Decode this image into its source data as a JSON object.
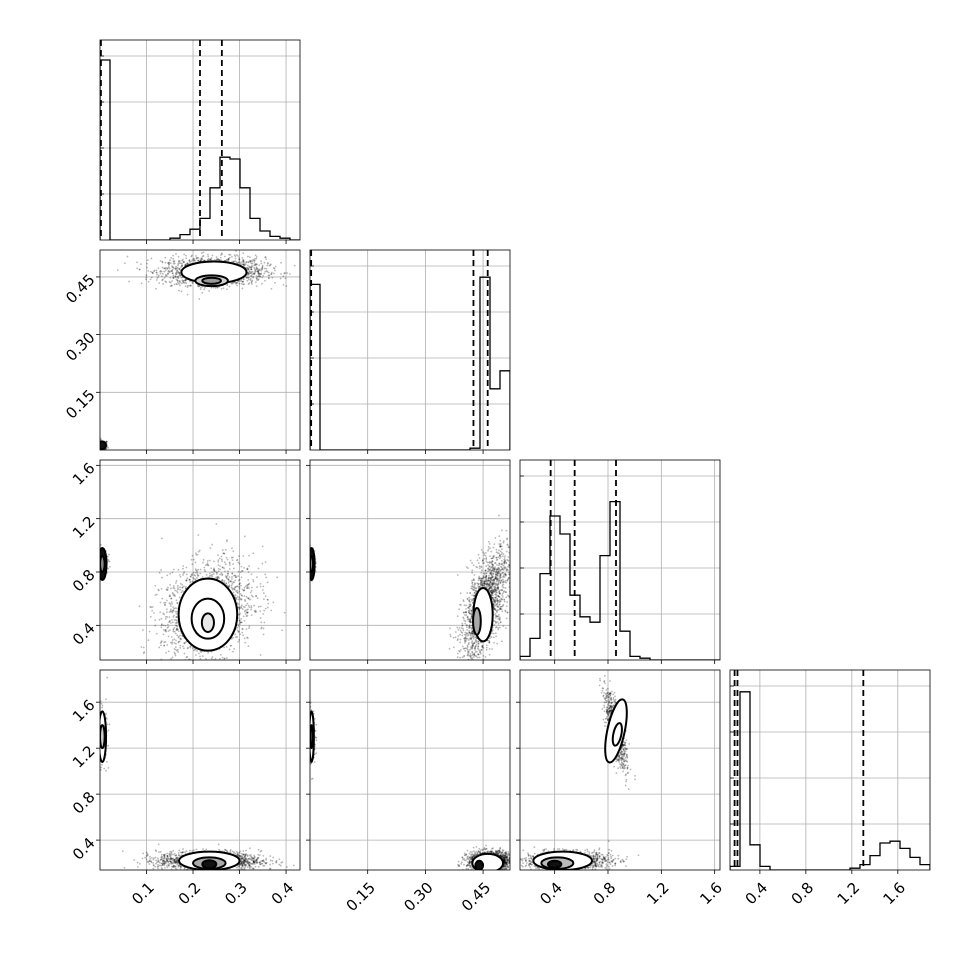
{
  "chart_data": {
    "type": "corner",
    "parameters": [
      "p0",
      "p1",
      "p2",
      "p3"
    ],
    "show_param_names": false,
    "ranges": [
      [
        0.0,
        0.43
      ],
      [
        0.0,
        0.52
      ],
      [
        0.14,
        1.64
      ],
      [
        0.14,
        1.88
      ]
    ],
    "ticks": [
      {
        "values": [
          0.1,
          0.2,
          0.3,
          0.4
        ],
        "labels": [
          "0.1",
          "0.2",
          "0.3",
          "0.4"
        ]
      },
      {
        "values": [
          0.15,
          0.3,
          0.45
        ],
        "labels": [
          "0.15",
          "0.30",
          "0.45"
        ]
      },
      {
        "values": [
          0.4,
          0.8,
          1.2,
          1.6
        ],
        "labels": [
          "0.4",
          "0.8",
          "1.2",
          "1.6"
        ]
      },
      {
        "values": [
          0.4,
          0.8,
          1.2,
          1.6
        ],
        "labels": [
          "0.4",
          "0.8",
          "1.2",
          "1.6"
        ]
      }
    ],
    "quantiles": [
      [
        0.002,
        0.215,
        0.262
      ],
      [
        0.003,
        0.425,
        0.462
      ],
      [
        0.37,
        0.55,
        0.86
      ],
      [
        0.18,
        0.205,
        1.3
      ]
    ],
    "histograms": [
      {
        "bins": 20,
        "counts": [
          1.0,
          0,
          0,
          0,
          0,
          0,
          0,
          0.01,
          0.03,
          0.06,
          0.12,
          0.29,
          0.46,
          0.45,
          0.29,
          0.12,
          0.05,
          0.02,
          0.01,
          0
        ]
      },
      {
        "bins": 20,
        "counts": [
          0.92,
          0,
          0,
          0,
          0,
          0,
          0,
          0,
          0,
          0,
          0,
          0,
          0,
          0,
          0,
          0,
          0.01,
          0.96,
          0.34,
          0.44
        ]
      },
      {
        "bins": 20,
        "counts": [
          0.02,
          0.12,
          0.48,
          0.8,
          0.7,
          0.36,
          0.24,
          0.21,
          0.58,
          0.88,
          0.16,
          0.02,
          0.01,
          0,
          0,
          0,
          0,
          0,
          0,
          0
        ]
      },
      {
        "bins": 20,
        "counts": [
          0.02,
          0.99,
          0.14,
          0.02,
          0,
          0,
          0,
          0,
          0,
          0,
          0,
          0,
          0.01,
          0.03,
          0.08,
          0.15,
          0.16,
          0.12,
          0.07,
          0.03
        ]
      }
    ],
    "scatter_clusters": [
      {
        "pair": [
          0,
          1
        ],
        "blobs": [
          {
            "cx": 0.005,
            "cy": 0.01,
            "sx": 0.006,
            "sy": 0.008,
            "n": 140,
            "rho": 0
          },
          {
            "cx": 0.245,
            "cy": 0.465,
            "sx": 0.055,
            "sy": 0.018,
            "n": 1700,
            "rho": 0
          }
        ]
      },
      {
        "pair": [
          0,
          2
        ],
        "blobs": [
          {
            "cx": 0.005,
            "cy": 0.88,
            "sx": 0.006,
            "sy": 0.05,
            "n": 160,
            "rho": 0
          },
          {
            "cx": 0.232,
            "cy": 0.52,
            "sx": 0.05,
            "sy": 0.18,
            "n": 1800,
            "rho": 0.25
          }
        ]
      },
      {
        "pair": [
          0,
          3
        ],
        "blobs": [
          {
            "cx": 0.004,
            "cy": 1.3,
            "sx": 0.006,
            "sy": 0.12,
            "n": 200,
            "rho": 0
          },
          {
            "cx": 0.235,
            "cy": 0.22,
            "sx": 0.055,
            "sy": 0.04,
            "n": 1700,
            "rho": 0
          }
        ]
      },
      {
        "pair": [
          1,
          2
        ],
        "blobs": [
          {
            "cx": 0.004,
            "cy": 0.88,
            "sx": 0.005,
            "sy": 0.05,
            "n": 160,
            "rho": 0
          },
          {
            "cx": 0.455,
            "cy": 0.55,
            "sx": 0.03,
            "sy": 0.2,
            "n": 1800,
            "rho": 0.6
          }
        ]
      },
      {
        "pair": [
          1,
          3
        ],
        "blobs": [
          {
            "cx": 0.004,
            "cy": 1.3,
            "sx": 0.005,
            "sy": 0.12,
            "n": 200,
            "rho": 0
          },
          {
            "cx": 0.47,
            "cy": 0.22,
            "sx": 0.03,
            "sy": 0.04,
            "n": 1600,
            "rho": 0
          }
        ]
      },
      {
        "pair": [
          2,
          3
        ],
        "blobs": [
          {
            "cx": 0.86,
            "cy": 1.35,
            "sx": 0.04,
            "sy": 0.16,
            "n": 900,
            "rho": -0.75
          },
          {
            "cx": 0.5,
            "cy": 0.22,
            "sx": 0.16,
            "sy": 0.04,
            "n": 1200,
            "rho": 0
          }
        ]
      }
    ],
    "contours": [
      {
        "pair": [
          0,
          1
        ],
        "levels": [
          {
            "cx": 0.005,
            "cy": 0.012,
            "rx": 0.008,
            "ry": 0.01,
            "fill": "#111111"
          },
          {
            "cx": 0.245,
            "cy": 0.462,
            "rx": 0.07,
            "ry": 0.028,
            "fill": "#ffffff"
          },
          {
            "cx": 0.24,
            "cy": 0.44,
            "rx": 0.035,
            "ry": 0.014,
            "fill": "#d0d0d0"
          },
          {
            "cx": 0.24,
            "cy": 0.44,
            "rx": 0.02,
            "ry": 0.008,
            "fill": "#999999"
          }
        ]
      },
      {
        "pair": [
          0,
          2
        ],
        "levels": [
          {
            "cx": 0.005,
            "cy": 0.86,
            "rx": 0.009,
            "ry": 0.12,
            "fill": "#111111"
          },
          {
            "cx": 0.005,
            "cy": 0.86,
            "rx": 0.005,
            "ry": 0.06,
            "fill": "#888888"
          },
          {
            "cx": 0.232,
            "cy": 0.48,
            "rx": 0.063,
            "ry": 0.27,
            "fill": "#ffffff"
          },
          {
            "cx": 0.232,
            "cy": 0.45,
            "rx": 0.035,
            "ry": 0.15,
            "fill": "#ffffff"
          },
          {
            "cx": 0.232,
            "cy": 0.42,
            "rx": 0.013,
            "ry": 0.07,
            "fill": "#e8e8e8"
          }
        ]
      },
      {
        "pair": [
          0,
          3
        ],
        "levels": [
          {
            "cx": 0.005,
            "cy": 1.3,
            "rx": 0.008,
            "ry": 0.22,
            "fill": "#ffffff"
          },
          {
            "cx": 0.005,
            "cy": 1.3,
            "rx": 0.005,
            "ry": 0.1,
            "fill": "#cccccc"
          },
          {
            "cx": 0.235,
            "cy": 0.22,
            "rx": 0.065,
            "ry": 0.08,
            "fill": "#ffffff"
          },
          {
            "cx": 0.235,
            "cy": 0.2,
            "rx": 0.035,
            "ry": 0.05,
            "fill": "#aaaaaa"
          },
          {
            "cx": 0.235,
            "cy": 0.19,
            "rx": 0.015,
            "ry": 0.035,
            "fill": "#111111"
          }
        ]
      },
      {
        "pair": [
          1,
          2
        ],
        "levels": [
          {
            "cx": 0.004,
            "cy": 0.86,
            "rx": 0.008,
            "ry": 0.12,
            "fill": "#111111"
          },
          {
            "cx": 0.004,
            "cy": 0.86,
            "rx": 0.004,
            "ry": 0.06,
            "fill": "#888888"
          },
          {
            "cx": 0.45,
            "cy": 0.48,
            "rx": 0.025,
            "ry": 0.2,
            "fill": "#ffffff"
          },
          {
            "cx": 0.434,
            "cy": 0.43,
            "rx": 0.01,
            "ry": 0.1,
            "fill": "#aaaaaa"
          }
        ]
      },
      {
        "pair": [
          1,
          3
        ],
        "levels": [
          {
            "cx": 0.004,
            "cy": 1.3,
            "rx": 0.006,
            "ry": 0.22,
            "fill": "#ffffff"
          },
          {
            "cx": 0.004,
            "cy": 1.3,
            "rx": 0.003,
            "ry": 0.1,
            "fill": "#cccccc"
          },
          {
            "cx": 0.462,
            "cy": 0.2,
            "rx": 0.04,
            "ry": 0.08,
            "fill": "#ffffff"
          },
          {
            "cx": 0.44,
            "cy": 0.18,
            "rx": 0.01,
            "ry": 0.04,
            "fill": "#111111"
          }
        ]
      },
      {
        "pair": [
          2,
          3
        ],
        "levels": [
          {
            "cx": 0.86,
            "cy": 1.35,
            "rx": 0.065,
            "ry": 0.28,
            "fill": "#ffffff",
            "rot": 12
          },
          {
            "cx": 0.87,
            "cy": 1.32,
            "rx": 0.03,
            "ry": 0.1,
            "fill": "#ffffff",
            "rot": 12
          },
          {
            "cx": 0.46,
            "cy": 0.22,
            "rx": 0.22,
            "ry": 0.08,
            "fill": "#ffffff"
          },
          {
            "cx": 0.42,
            "cy": 0.2,
            "rx": 0.12,
            "ry": 0.05,
            "fill": "#bbbbbb"
          },
          {
            "cx": 0.4,
            "cy": 0.19,
            "rx": 0.05,
            "ry": 0.03,
            "fill": "#111111"
          }
        ]
      }
    ],
    "grid": true,
    "colors": {
      "ink": "#000000",
      "grid": "#b0b0b0",
      "background": "#ffffff"
    }
  }
}
